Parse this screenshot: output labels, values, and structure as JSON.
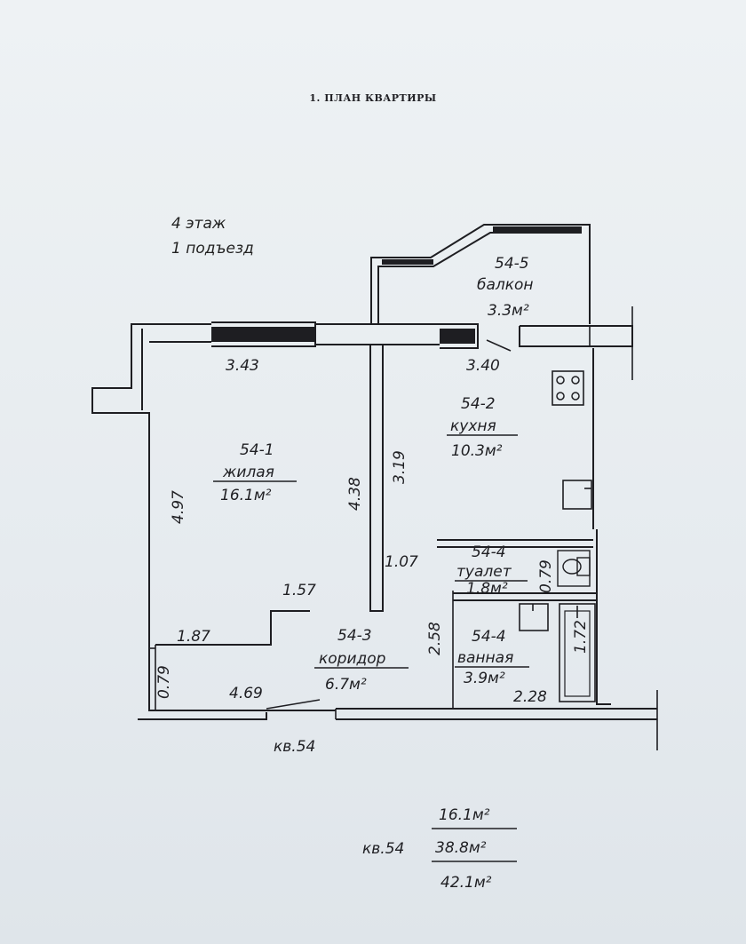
{
  "title": "1. ПЛАН КВАРТИРЫ",
  "floor": "4 этаж",
  "entrance": "1 подъезд",
  "rooms": [
    {
      "id": "54-1",
      "name": "жилая",
      "area": "16.1м²"
    },
    {
      "id": "54-2",
      "name": "кухня",
      "area": "10.3м²"
    },
    {
      "id": "54-3",
      "name": "коридор",
      "area": "6.7м²"
    },
    {
      "id": "54-4",
      "name": "туалет",
      "area": "1.8м²"
    },
    {
      "id": "54-4",
      "name": "ванная",
      "area": "3.9м²"
    },
    {
      "id": "54-5",
      "name": "балкон",
      "area": "3.3м²"
    }
  ],
  "dimensions": {
    "d343": "3.43",
    "d340": "3.40",
    "d497": "4.97",
    "d438": "4.38",
    "d319": "3.19",
    "d107": "1.07",
    "d079a": "0.79",
    "d157": "1.57",
    "d187": "1.87",
    "d258": "2.58",
    "d172": "1.72",
    "d079b": "0.79",
    "d469": "4.69",
    "d228": "2.28"
  },
  "apartment_label": "кв.54",
  "summary": {
    "label": "кв.54",
    "living": "16.1м²",
    "total": "38.8м²",
    "total_with_balcony": "42.1м²"
  }
}
